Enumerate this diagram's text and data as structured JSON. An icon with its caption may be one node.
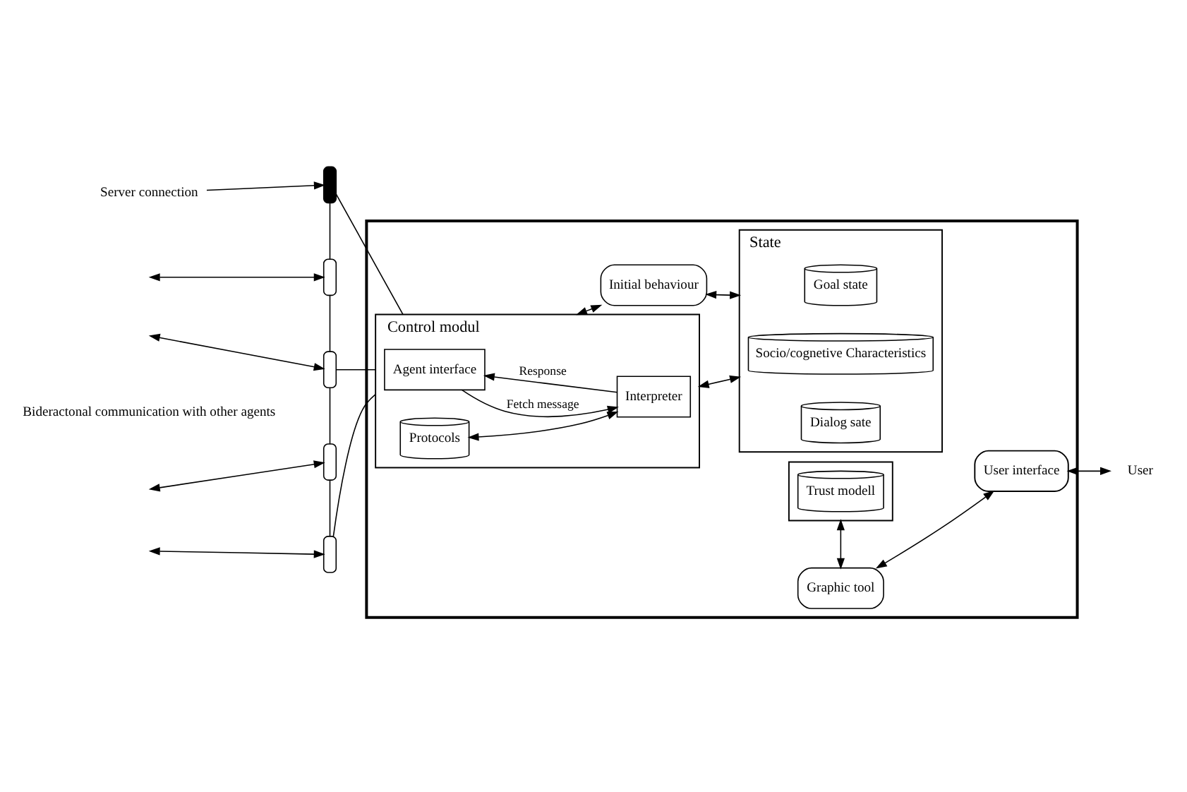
{
  "diagram": {
    "nodes": [
      {
        "text": [],
        "shape": "box"
      },
      {
        "text": [
          "Initial behaviour"
        ],
        "in": 0
      },
      {
        "text": [
          "Control modul"
        ],
        "in": 0
      },
      {
        "text": [
          "Agent interface"
        ],
        "in": 2
      },
      {
        "text": [
          "Interpreter"
        ],
        "in": 2
      },
      {
        "text": [
          "Protocols"
        ],
        "in": 2
      },
      {
        "text": [
          "State"
        ],
        "in": 0
      },
      {
        "text": [
          "Goal state"
        ],
        "in": 6
      },
      {
        "text": [
          "Socio/cognetive Characteristics"
        ],
        "in": 6
      },
      {
        "text": [
          "Dialog sate"
        ],
        "in": 6
      },
      {
        "text": [],
        "shape": "box",
        "in": 0
      },
      {
        "text": [
          "Trust modell"
        ],
        "in": 10
      },
      {
        "text": [
          "Graphic tool"
        ],
        "in": 0
      },
      {
        "text": [
          "User interface"
        ],
        "in": 0
      },
      {
        "text": [
          "User"
        ]
      },
      {
        "text": [],
        "shape": "bar"
      },
      {
        "text": [],
        "shape": "bar"
      },
      {
        "text": [],
        "shape": "bar"
      },
      {
        "text": [],
        "shape": "bar"
      },
      {
        "text": [],
        "shape": "bar"
      },
      {
        "text": [
          "Server connection"
        ]
      }
    ],
    "edges": [
      {
        "from": 20,
        "to": 15,
        "arrow": "to"
      },
      {
        "from": null,
        "to": 16,
        "arrow": "both"
      },
      {
        "from": null,
        "to": 17,
        "arrow": "both"
      },
      {
        "from": null,
        "to": 18,
        "arrow": "both"
      },
      {
        "from": null,
        "to": 19,
        "arrow": "both"
      },
      {
        "from": 15,
        "to": 16,
        "arrow": "none"
      },
      {
        "from": 16,
        "to": 17,
        "arrow": "none"
      },
      {
        "from": 17,
        "to": 18,
        "arrow": "none"
      },
      {
        "from": 18,
        "to": 19,
        "arrow": "none"
      },
      {
        "from": 15,
        "to": 2,
        "arrow": "none"
      },
      {
        "from": 17,
        "to": 2,
        "arrow": "none"
      },
      {
        "from": 19,
        "to": 2,
        "arrow": "none"
      },
      {
        "from": 1,
        "to": 6,
        "arrow": "both"
      },
      {
        "from": 1,
        "to": 2,
        "arrow": "both"
      },
      {
        "from": 3,
        "to": 4,
        "label": "Fetch message",
        "arrow": "to"
      },
      {
        "from": 4,
        "to": 3,
        "label": "Response",
        "arrow": "to"
      },
      {
        "from": 5,
        "to": 4,
        "arrow": "both"
      },
      {
        "from": 2,
        "to": 6,
        "arrow": "both"
      },
      {
        "from": 10,
        "to": 12,
        "arrow": "both"
      },
      {
        "from": 12,
        "to": 13,
        "arrow": "both"
      },
      {
        "from": 13,
        "to": 14,
        "arrow": "both"
      }
    ],
    "labels": [
      "Bideractonal communication with other agents"
    ]
  }
}
